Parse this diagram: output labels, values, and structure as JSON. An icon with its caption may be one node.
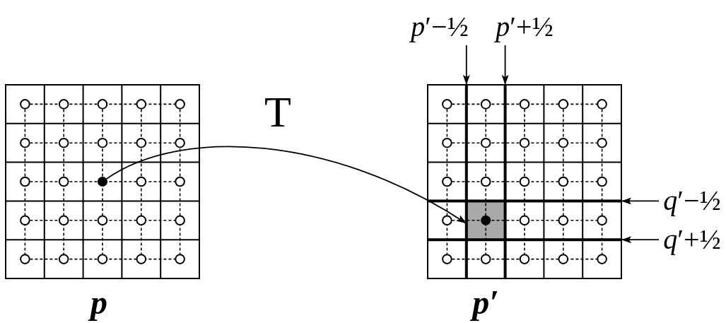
{
  "diagram": {
    "nodes": [
      {
        "text": [
          "*p*′−½"
        ]
      },
      {
        "text": [
          "*p*′+½"
        ]
      },
      {
        "text": [],
        "shape": "grid",
        "beside": [
          "p"
        ]
      },
      {
        "text": [],
        "shape": "circle",
        "in": 2
      },
      {
        "text": [],
        "shape": "grid",
        "beside": [
          "p′"
        ]
      },
      {
        "text": [],
        "shape": "line",
        "in": 4
      },
      {
        "text": [],
        "shape": "line",
        "in": 4
      },
      {
        "text": [],
        "shape": "line",
        "in": 4
      },
      {
        "text": [],
        "shape": "line",
        "in": 4
      },
      {
        "text": [],
        "shape": "box",
        "in": 4
      },
      {
        "text": [
          "*q*′−½"
        ]
      },
      {
        "text": [
          "*q*′+½"
        ]
      }
    ],
    "edges": [
      {
        "from": 0,
        "to": 5,
        "arrow": "to"
      },
      {
        "from": 1,
        "to": 6,
        "arrow": "to"
      },
      {
        "from": 3,
        "to": 9,
        "arrow": "to",
        "label": "T"
      },
      {
        "from": 10,
        "to": 7,
        "arrow": "to"
      },
      {
        "from": 11,
        "to": 8,
        "arrow": "to"
      }
    ]
  }
}
